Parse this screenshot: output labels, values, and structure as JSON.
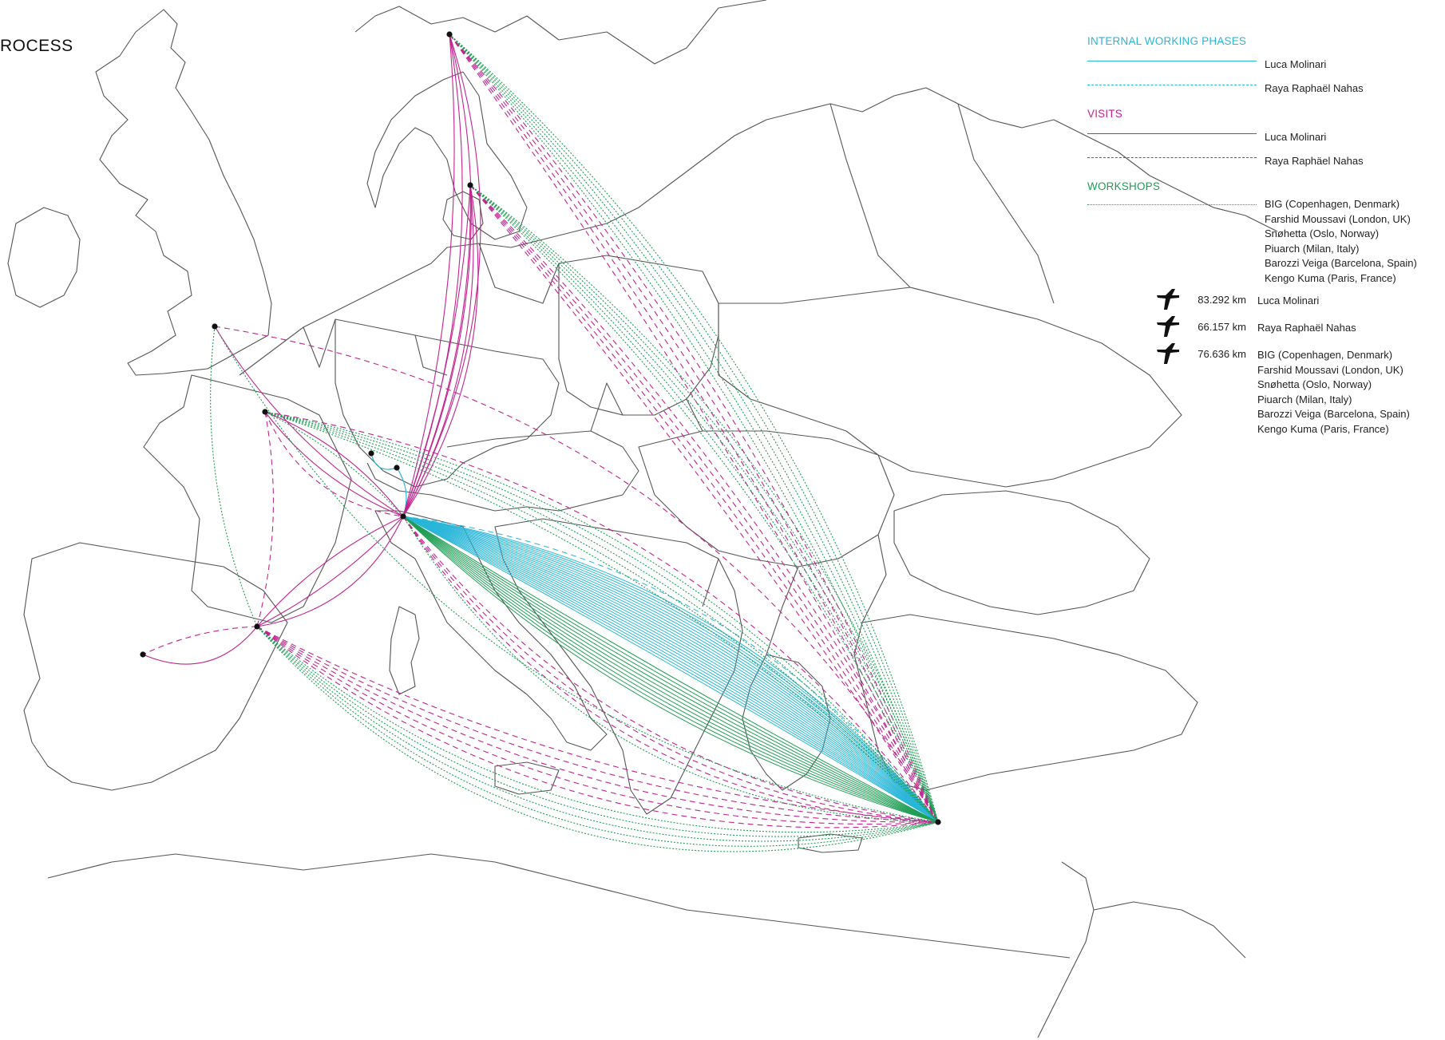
{
  "title": "ROCESS",
  "colors": {
    "internal": "#29b6d8",
    "visits": "#c0248f",
    "workshops": "#1f9e54",
    "borders": "#555555"
  },
  "legend": {
    "internal_heading": "INTERNAL WORKING PHASES",
    "internal_solid": "Luca Molinari",
    "internal_dashed": "Raya Raphaël Nahas",
    "visits_heading": "VISITS",
    "visits_solid": "Luca Molinari",
    "visits_dashed": "Raya Raphäel Nahas",
    "workshops_heading": "WORKSHOPS",
    "workshops": [
      "BIG (Copenhagen, Denmark)",
      "Farshid Moussavi (London, UK)",
      "Snøhetta (Oslo, Norway)",
      "Piuarch (Milan, Italy)",
      "Barozzi Veiga (Barcelona, Spain)",
      "Kengo Kuma (Paris, France)"
    ]
  },
  "stats": [
    {
      "icon": "plane-icon",
      "value": "83.292 km",
      "names": [
        "Luca Molinari"
      ]
    },
    {
      "icon": "plane-icon",
      "value": "66.157 km",
      "names": [
        "Raya Raphaël Nahas"
      ]
    },
    {
      "icon": "plane-icon",
      "value": "76.636 km",
      "names": [
        "BIG (Copenhagen, Denmark)",
        "Farshid Moussavi (London, UK)",
        "Snøhetta (Oslo, Norway)",
        "Piuarch (Milan, Italy)",
        "Barozzi Veiga (Barcelona, Spain)",
        "Kengo Kuma (Paris, France)"
      ]
    }
  ]
}
